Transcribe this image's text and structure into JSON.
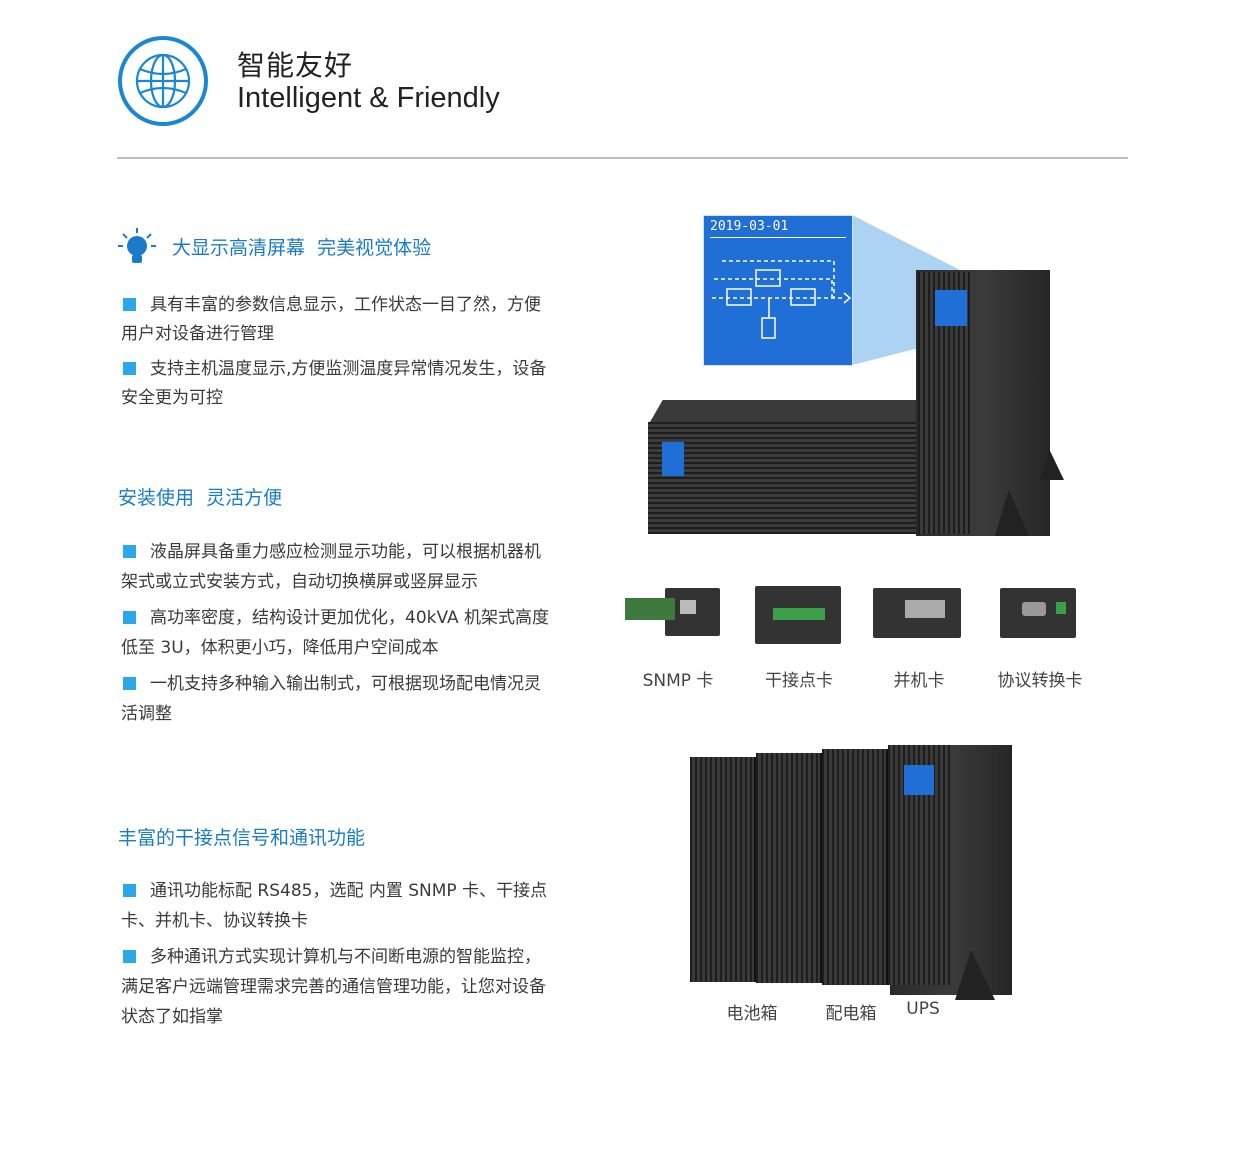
{
  "header": {
    "title_cn": "智能友好",
    "title_en": "Intelligent & Friendly"
  },
  "sections": [
    {
      "heading": "大显示高清屏幕  完美视觉体验",
      "bullets": [
        "具有丰富的参数信息显示，工作状态一目了然，方便用户对设备进行管理",
        "支持主机温度显示,方便监测温度异常情况发生，设备安全更为可控"
      ]
    },
    {
      "heading": "安装使用  灵活方便",
      "bullets": [
        "液晶屏具备重力感应检测显示功能，可以根据机器机架式或立式安装方式，自动切换横屏或竖屏显示",
        "高功率密度，结构设计更加优化，40kVA 机架式高度低至 3U，体积更小巧，降低用户空间成本",
        "一机支持多种输入输出制式，可根据现场配电情况灵活调整"
      ]
    },
    {
      "heading": "丰富的干接点信号和通讯功能",
      "bullets": [
        "通讯功能标配 RS485，选配 内置 SNMP 卡、干接点卡、并机卡、协议转换卡",
        "多种通讯方式实现计算机与不间断电源的智能监控，满足客户远端管理需求完善的通信管理功能，让您对设备状态了如指掌"
      ]
    }
  ],
  "lcd": {
    "date": "2019-03-01"
  },
  "cards": [
    "SNMP 卡",
    "干接点卡",
    "并机卡",
    "协议转换卡"
  ],
  "cabinets": [
    "电池箱",
    "配电箱",
    "UPS"
  ],
  "colors": {
    "accent": "#1a7cc9",
    "bullet": "#2ba8ea",
    "lcd": "#1f6fd6"
  }
}
